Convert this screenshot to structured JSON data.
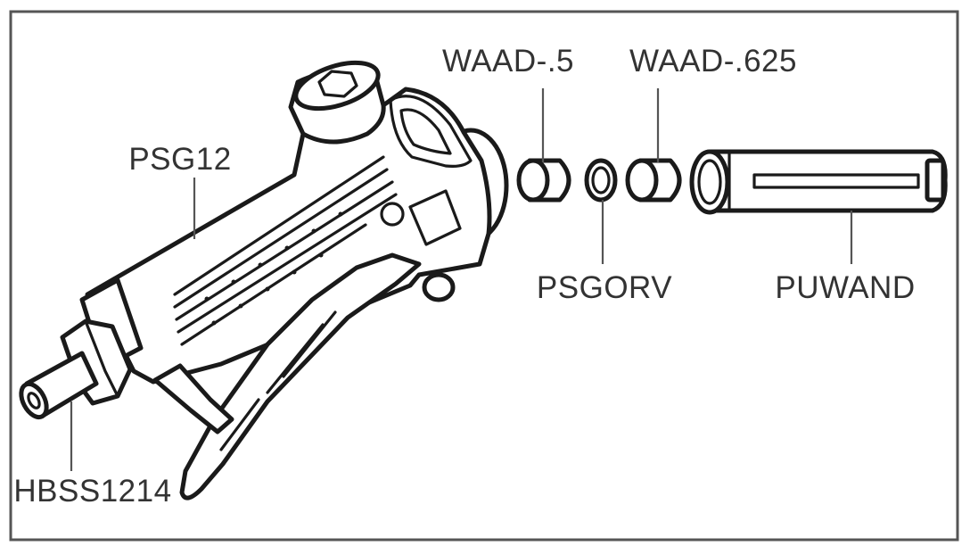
{
  "colors": {
    "line": "#1a1a1a",
    "label": "#333333",
    "frame": "#555555",
    "background": "#ffffff"
  },
  "labels": {
    "psg12": "PSG12",
    "waad_5": "WAAD-.5",
    "waad_625": "WAAD-.625",
    "psgorv": "PSGORV",
    "puwand": "PUWAND",
    "hbss1214": "HBSS1214"
  }
}
